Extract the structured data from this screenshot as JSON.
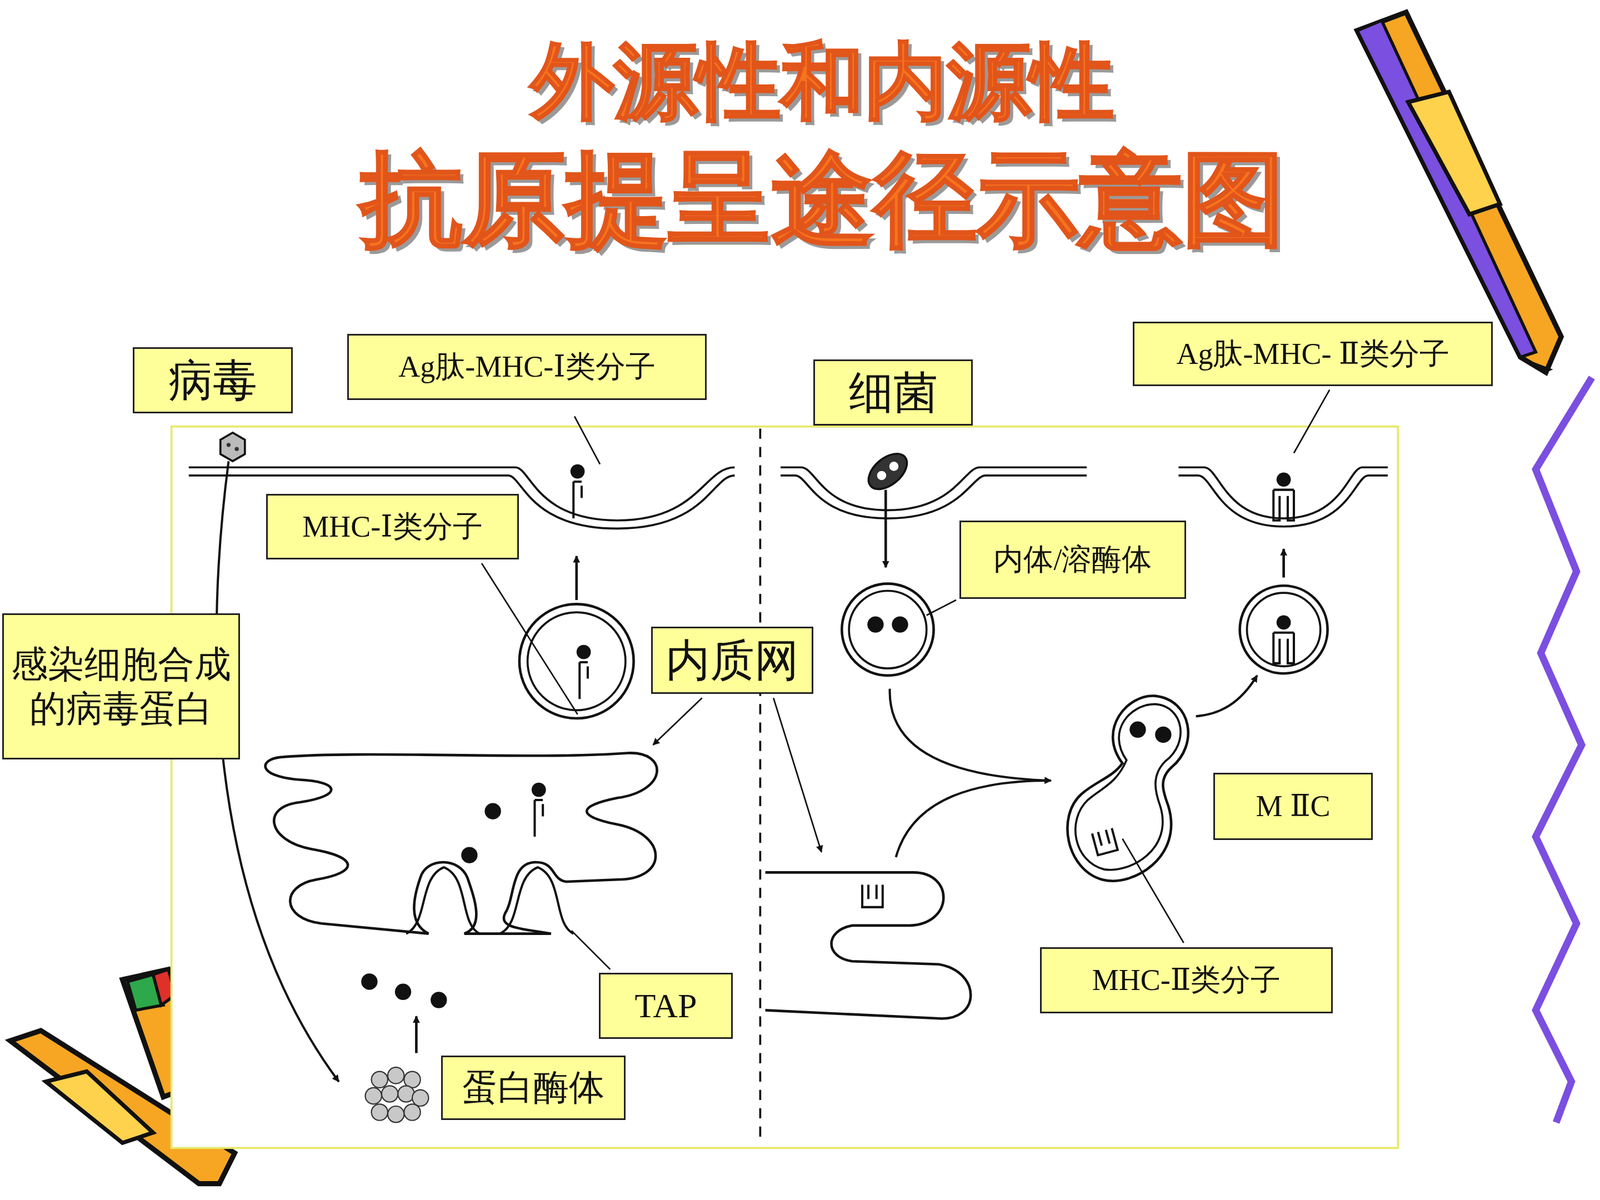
{
  "diagram": {
    "title": "外源性和内源性 抗原提呈途径示意图",
    "nodes": [
      {
        "text": [
          "病毒"
        ]
      },
      {
        "text": [
          "Ag肽-MHC-Ⅰ类分子"
        ]
      },
      {
        "text": [
          "细菌"
        ]
      },
      {
        "text": [
          "Ag肽-MHC- Ⅱ类分子"
        ]
      },
      {
        "text": [
          "MHC-Ⅰ类分子"
        ]
      },
      {
        "text": [
          "内体/溶酶体"
        ]
      },
      {
        "text": [
          "感染细胞合成 的病毒蛋白"
        ]
      },
      {
        "text": [
          "内质网"
        ]
      },
      {
        "text": [
          "M ⅡC"
        ]
      },
      {
        "text": [
          "TAP"
        ]
      },
      {
        "text": [
          "MHC-Ⅱ类分子"
        ]
      },
      {
        "text": [
          "蛋白酶体"
        ]
      }
    ]
  }
}
